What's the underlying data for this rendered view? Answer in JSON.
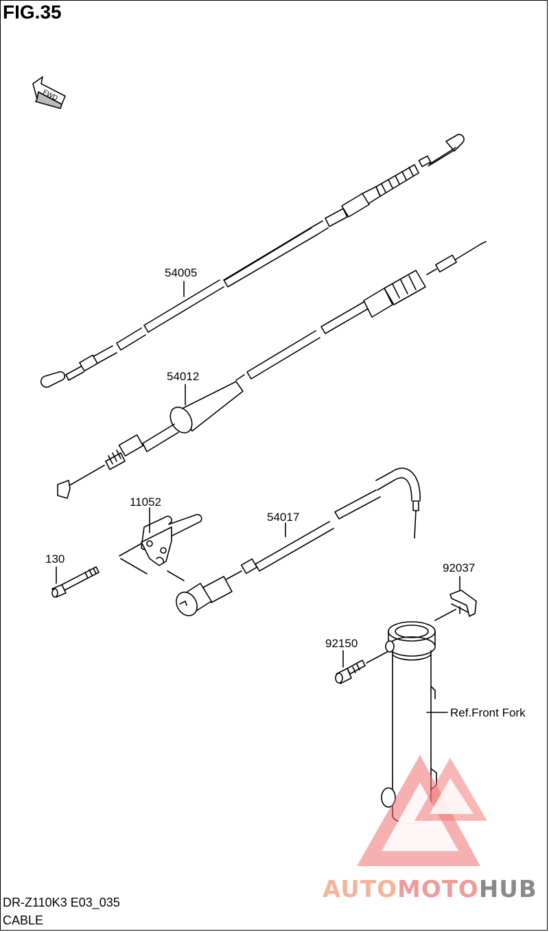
{
  "figure": {
    "title": "FIG.35"
  },
  "fwd_label": "FWD",
  "parts": [
    {
      "number": "54005"
    },
    {
      "number": "54012"
    },
    {
      "number": "11052"
    },
    {
      "number": "130"
    },
    {
      "number": "54017"
    },
    {
      "number": "92037"
    },
    {
      "number": "92150"
    }
  ],
  "reference": {
    "label": "Ref.Front Fork"
  },
  "footer": {
    "model_code": "DR-Z110K3 E03_035",
    "section": "CABLE"
  },
  "watermark": {
    "part1": "AUTO",
    "part2": "MOTO",
    "part3": "HUB",
    "colors": {
      "auto": "#f6b39a",
      "moto": "#f09a9a",
      "hub": "#8a8a8a",
      "triangle": "#f07070"
    }
  }
}
